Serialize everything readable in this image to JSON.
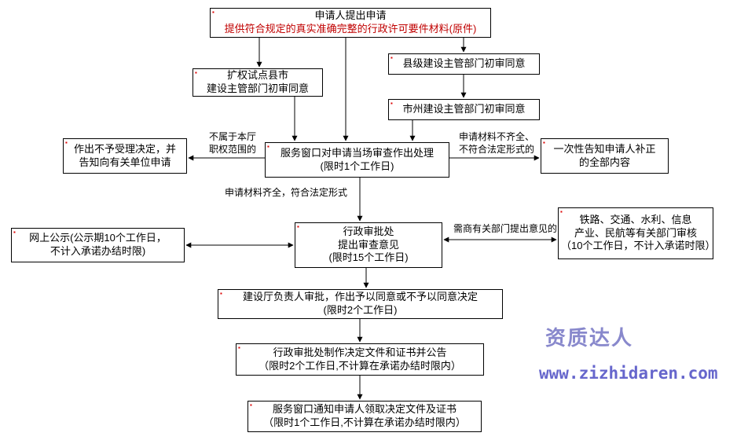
{
  "colors": {
    "accent_red": "#c00000",
    "watermark_brand": "#8888cc",
    "watermark_url": "#6666cc",
    "mark_red": "#dd0000",
    "line": "#000000"
  },
  "decor": {
    "anchor_glyph": "▪"
  },
  "nodes": {
    "applicant": {
      "lines": [
        "申请人提出申请",
        "提供符合规定的真实准确完整的行政许可要件材料(原件)"
      ]
    },
    "pilot_county": {
      "lines": [
        "扩权试点县市",
        "建设主管部门初审同意"
      ]
    },
    "county_review": {
      "lines": [
        "县级建设主管部门初审同意"
      ]
    },
    "city_review": {
      "lines": [
        "市州建设主管部门初审同意"
      ]
    },
    "service_window": {
      "lines": [
        "服务窗口对申请当场审查作出处理",
        "(限时1个工作日)"
      ]
    },
    "reject_decision": {
      "lines": [
        "作出不予受理决定，并",
        "告知向有关单位申请"
      ]
    },
    "notify_correction": {
      "lines": [
        "一次性告知申请人补正",
        "的全部内容"
      ]
    },
    "approval_office": {
      "lines": [
        "行政审批处",
        "提出审查意见",
        "(限时15个工作日)"
      ]
    },
    "online_publicity": {
      "lines": [
        "网上公示(公示期10个工作日，",
        "不计入承诺办结时限)"
      ]
    },
    "related_departments": {
      "lines": [
        "铁路、交通、水利、信息",
        "产业、民航等有关部门审核",
        "（10个工作日，不计入承诺时限）"
      ]
    },
    "director_approval": {
      "lines": [
        "建设厅负责人审批，作出予以同意或不予以同意决定",
        "(限时2个工作日)"
      ]
    },
    "make_documents": {
      "lines": [
        "行政审批处制作决定文件和证书并公告",
        "（限时2个工作日,不计算在承诺办结时限内）"
      ]
    },
    "notify_pickup": {
      "lines": [
        "服务窗口通知申请人领取决定文件及证书",
        "（限时1个工作日,不计算在承诺办结时限内）"
      ]
    }
  },
  "edge_labels": {
    "not_jurisdiction": {
      "lines": [
        "不属于本厅",
        "职权范围的"
      ]
    },
    "incomplete_materials": {
      "lines": [
        "申请材料不齐全、",
        "不符合法定形式的"
      ]
    },
    "complete_materials": {
      "lines": [
        "申请材料齐全，符合法定形式"
      ]
    },
    "consult_departments": {
      "lines": [
        "需商有关部门提出意见的"
      ]
    }
  },
  "watermark": {
    "brand": "资质达人",
    "url": "www.zizhidaren.com"
  }
}
